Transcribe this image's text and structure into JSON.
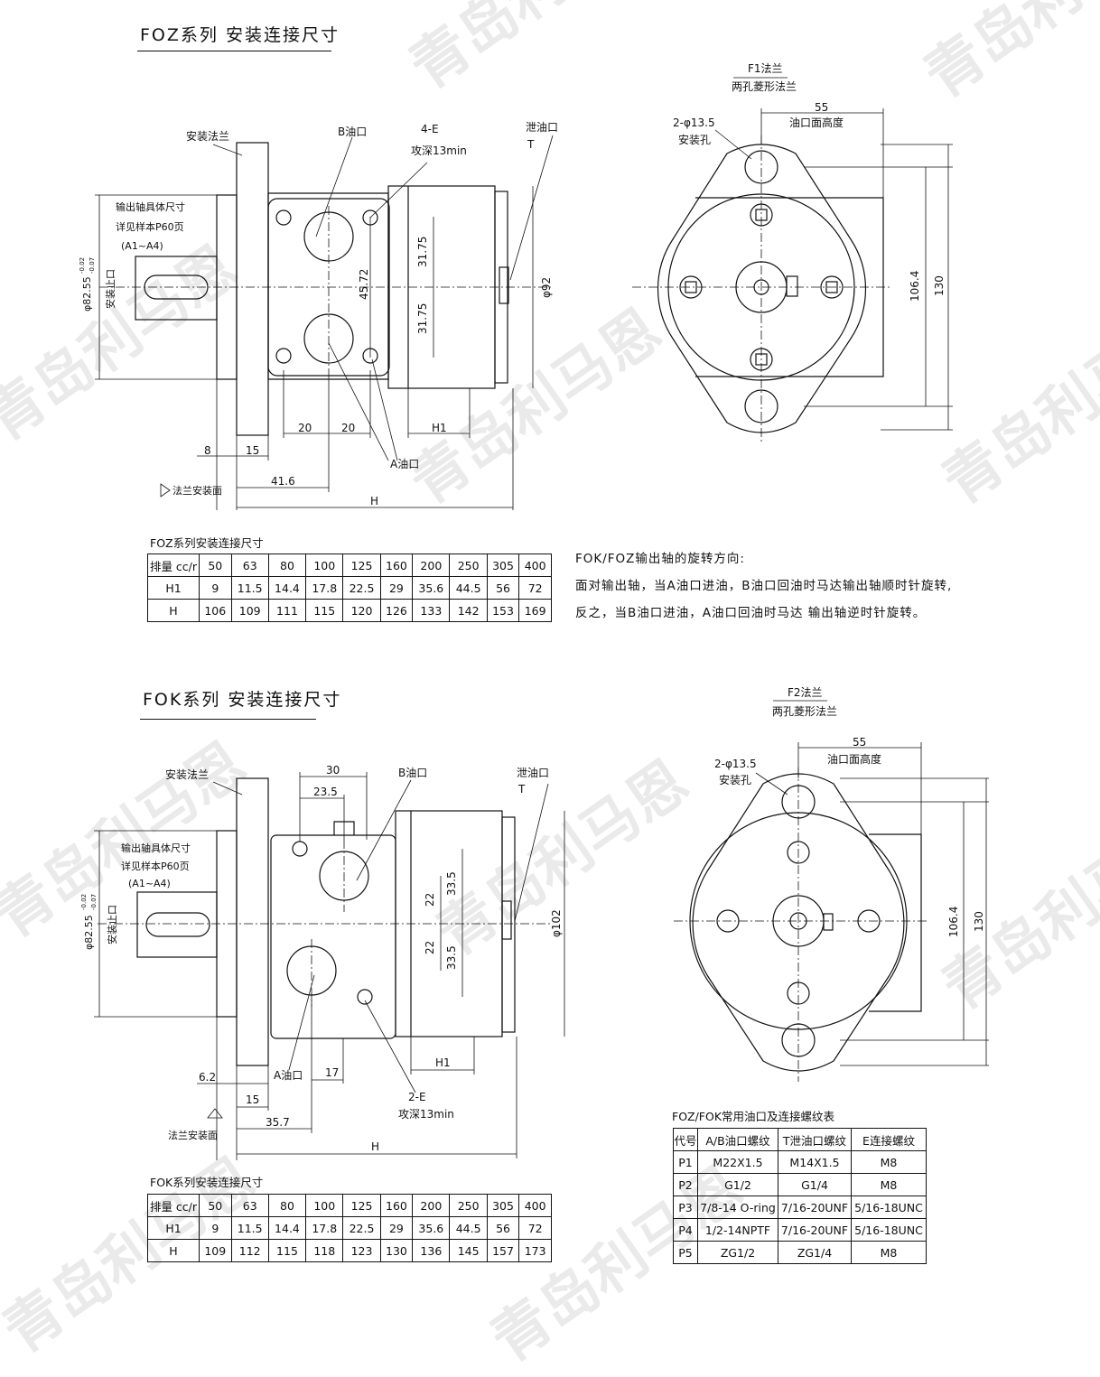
{
  "watermark": "青岛利马恩",
  "foz": {
    "title": "FOZ系列  安装连接尺寸",
    "labels": {
      "mount_flange": "安装法兰",
      "b_port": "B油口",
      "thread_4e": "4-E",
      "tap_depth": "攻深13min",
      "drain_port": "泄油口",
      "drain_t": "T",
      "shaft_1": "输出轴具体尺寸",
      "shaft_2": "详见样本P60页",
      "shaft_3": "(A1~A4)",
      "pilot_dia": "φ82.55",
      "pilot_tol_up": "-0.02",
      "pilot_tol_lo": "-0.07",
      "pilot_name": "安装止口",
      "d3175a": "31.75",
      "d3175b": "31.75",
      "d4572": "45.72",
      "d92": "φ92",
      "d20a": "20",
      "d20b": "20",
      "h1": "H1",
      "d8": "8",
      "d15": "15",
      "a_port": "A油口",
      "d416": "41.6",
      "flange_face": "法兰安装面",
      "h": "H"
    },
    "flange_view": {
      "name": "F1法兰",
      "desc": "两孔菱形法兰",
      "d55": "55",
      "port_height": "油口面高度",
      "holes": "2-φ13.5",
      "holes_name": "安装孔",
      "d1064": "106.4",
      "d130": "130"
    },
    "table": {
      "caption": "FOZ系列安装连接尺寸",
      "rows": [
        [
          "排量 cc/r",
          "50",
          "63",
          "80",
          "100",
          "125",
          "160",
          "200",
          "250",
          "305",
          "400"
        ],
        [
          "H1",
          "9",
          "11.5",
          "14.4",
          "17.8",
          "22.5",
          "29",
          "35.6",
          "44.5",
          "56",
          "72"
        ],
        [
          "H",
          "106",
          "109",
          "111",
          "115",
          "120",
          "126",
          "133",
          "142",
          "153",
          "169"
        ]
      ]
    }
  },
  "rotation_notes": [
    "FOK/FOZ输出轴的旋转方向:",
    "面对输出轴，当A油口进油，B油口回油时马达输出轴顺时针旋转,",
    "反之，当B油口进油，A油口回油时马达 输出轴逆时针旋转。"
  ],
  "fok": {
    "title": "FOK系列  安装连接尺寸",
    "labels": {
      "mount_flange": "安装法兰",
      "d30": "30",
      "d235": "23.5",
      "b_port": "B油口",
      "drain_port": "泄油口",
      "drain_t": "T",
      "shaft_1": "输出轴具体尺寸",
      "shaft_2": "详见样本P60页",
      "shaft_3": "(A1~A4)",
      "pilot_dia": "φ82.55",
      "pilot_tol_up": "-0.02",
      "pilot_tol_lo": "-0.07",
      "pilot_name": "安装止口",
      "d22a": "22",
      "d22b": "22",
      "d335a": "33.5",
      "d335b": "33.5",
      "d102": "φ102",
      "h1": "H1",
      "d62": "6.2",
      "a_port": "A油口",
      "d17": "17",
      "d15": "15",
      "thread_2e": "2-E",
      "tap_depth": "攻深13min",
      "d357": "35.7",
      "flange_face": "法兰安装面",
      "h": "H"
    },
    "flange_view": {
      "name": "F2法兰",
      "desc": "两孔菱形法兰",
      "d55": "55",
      "port_height": "油口面高度",
      "holes": "2-φ13.5",
      "holes_name": "安装孔",
      "d1064": "106.4",
      "d130": "130"
    },
    "table": {
      "caption": "FOK系列安装连接尺寸",
      "rows": [
        [
          "排量 cc/r",
          "50",
          "63",
          "80",
          "100",
          "125",
          "160",
          "200",
          "250",
          "305",
          "400"
        ],
        [
          "H1",
          "9",
          "11.5",
          "14.4",
          "17.8",
          "22.5",
          "29",
          "35.6",
          "44.5",
          "56",
          "72"
        ],
        [
          "H",
          "109",
          "112",
          "115",
          "118",
          "123",
          "130",
          "136",
          "145",
          "157",
          "173"
        ]
      ]
    }
  },
  "threads_table": {
    "caption": "FOZ/FOK常用油口及连接螺纹表",
    "rows": [
      [
        "代号",
        "A/B油口螺纹",
        "T泄油口螺纹",
        "E连接螺纹"
      ],
      [
        "P1",
        "M22X1.5",
        "M14X1.5",
        "M8"
      ],
      [
        "P2",
        "G1/2",
        "G1/4",
        "M8"
      ],
      [
        "P3",
        "7/8-14 O-ring",
        "7/16-20UNF",
        "5/16-18UNC"
      ],
      [
        "P4",
        "1/2-14NPTF",
        "7/16-20UNF",
        "5/16-18UNC"
      ],
      [
        "P5",
        "ZG1/2",
        "ZG1/4",
        "M8"
      ]
    ]
  }
}
